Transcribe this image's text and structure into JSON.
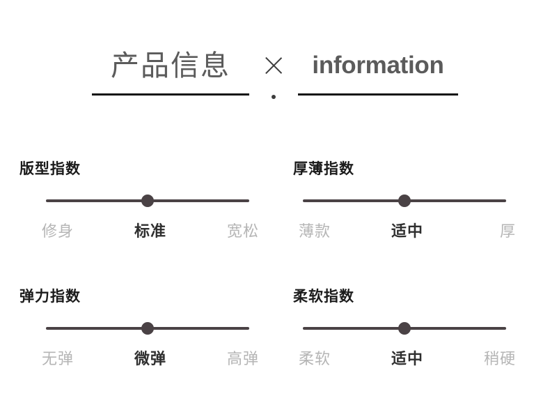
{
  "header": {
    "title_cn": "产品信息",
    "divider_icon": "x-divider-icon",
    "title_en": "information"
  },
  "indices": [
    {
      "title": "版型指数",
      "labels": {
        "start": "修身",
        "middle": "标准",
        "end": "宽松"
      },
      "selected": "标准",
      "thumb_percent": 50
    },
    {
      "title": "厚薄指数",
      "labels": {
        "start": "薄款",
        "middle": "适中",
        "end": "厚"
      },
      "selected": "适中",
      "thumb_percent": 50
    },
    {
      "title": "弹力指数",
      "labels": {
        "start": "无弹",
        "middle": "微弹",
        "end": "高弹"
      },
      "selected": "微弹",
      "thumb_percent": 50
    },
    {
      "title": "柔软指数",
      "labels": {
        "start": "柔软",
        "middle": "适中",
        "end": "稍硬"
      },
      "selected": "适中",
      "thumb_percent": 50
    }
  ],
  "colors": {
    "background": "#ffffff",
    "title_grey": "#5b5b5b",
    "rule_black": "#111111",
    "heading_dark": "#1b1b1b",
    "track_dark": "#4a4245",
    "label_inactive": "#b5b5b5",
    "label_active": "#2f2f2f"
  }
}
